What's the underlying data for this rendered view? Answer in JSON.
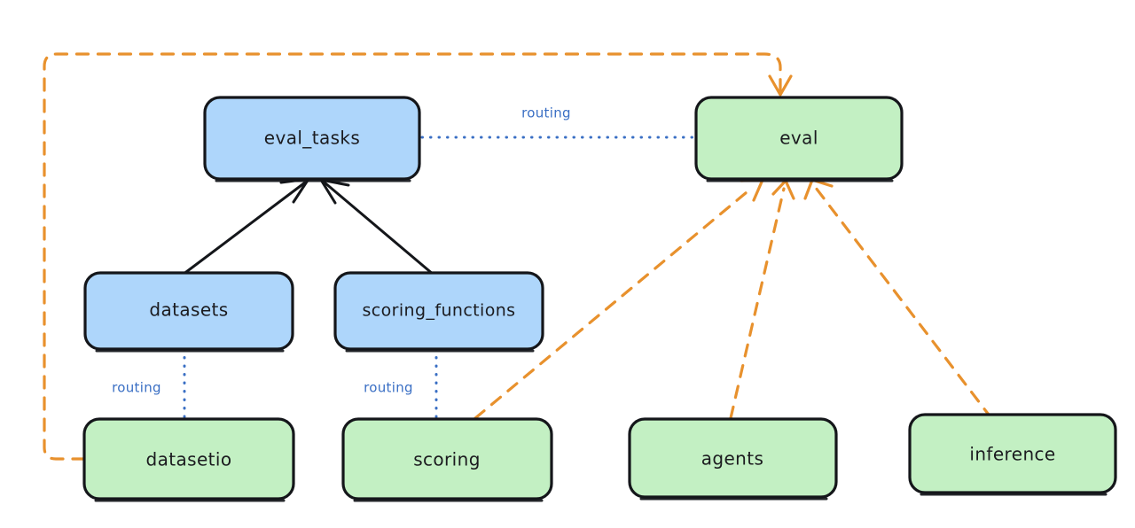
{
  "diagram": {
    "type": "flow-diagram",
    "style": "hand-drawn",
    "background": "#ffffff",
    "colors": {
      "api_fill": "#aed6fb",
      "provider_fill": "#c3f0c3",
      "node_stroke": "#14161a",
      "routing_edge": "#3a6fc4",
      "dependency_edge": "#e8912d",
      "label_text": "#1b1b1f"
    },
    "nodes": [
      {
        "id": "eval_tasks",
        "label": "eval_tasks",
        "kind": "api",
        "fill": "#aed6fb"
      },
      {
        "id": "eval",
        "label": "eval",
        "kind": "provider",
        "fill": "#c3f0c3"
      },
      {
        "id": "datasets",
        "label": "datasets",
        "kind": "api",
        "fill": "#aed6fb"
      },
      {
        "id": "scoring_functions",
        "label": "scoring_functions",
        "kind": "api",
        "fill": "#aed6fb"
      },
      {
        "id": "datasetio",
        "label": "datasetio",
        "kind": "provider",
        "fill": "#c3f0c3"
      },
      {
        "id": "scoring",
        "label": "scoring",
        "kind": "provider",
        "fill": "#c3f0c3"
      },
      {
        "id": "agents",
        "label": "agents",
        "kind": "provider",
        "fill": "#c3f0c3"
      },
      {
        "id": "inference",
        "label": "inference",
        "kind": "provider",
        "fill": "#c3f0c3"
      }
    ],
    "edges": [
      {
        "id": "e1",
        "from": "eval_tasks",
        "to": "eval",
        "label": "routing",
        "style": "dotted",
        "color": "#3a6fc4"
      },
      {
        "id": "e2",
        "from": "datasets",
        "to": "datasetio",
        "label": "routing",
        "style": "dotted",
        "color": "#3a6fc4"
      },
      {
        "id": "e3",
        "from": "scoring_functions",
        "to": "scoring",
        "label": "routing",
        "style": "dotted",
        "color": "#3a6fc4"
      },
      {
        "id": "e4",
        "from": "datasets",
        "to": "eval_tasks",
        "label": "",
        "style": "solid",
        "color": "#14161a"
      },
      {
        "id": "e5",
        "from": "scoring_functions",
        "to": "eval_tasks",
        "label": "",
        "style": "solid",
        "color": "#14161a"
      },
      {
        "id": "e6",
        "from": "datasetio",
        "to": "eval",
        "label": "",
        "style": "dashed",
        "color": "#e8912d"
      },
      {
        "id": "e7",
        "from": "scoring",
        "to": "eval",
        "label": "",
        "style": "dashed",
        "color": "#e8912d"
      },
      {
        "id": "e8",
        "from": "agents",
        "to": "eval",
        "label": "",
        "style": "dashed",
        "color": "#e8912d"
      },
      {
        "id": "e9",
        "from": "inference",
        "to": "eval",
        "label": "",
        "style": "dashed",
        "color": "#e8912d"
      }
    ],
    "edge_labels": {
      "routing_1": "routing",
      "routing_2": "routing",
      "routing_3": "routing"
    }
  }
}
